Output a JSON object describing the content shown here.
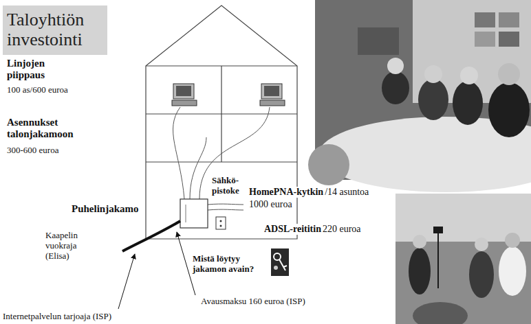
{
  "diagram": {
    "title": "Taloyhtiön investointi",
    "labels": [
      "Linjojen piippaus",
      "100 as/600 euroa",
      "Asennukset talonjakamoon",
      "300-600 euroa",
      "Puhelinjakamo",
      "Sähkö- pistoke",
      "HomePNA-kytkin",
      "/14 asuntoa",
      "1000 euroa",
      "ADSL-reititin",
      "220 euroa",
      "Kaapelin vuokraja (Elisa)",
      "Mistä löytyy jakamon avain?",
      "Avausmaksu 160 euroa (ISP)",
      "Internetpalvelun tarjoaja (ISP)"
    ]
  }
}
